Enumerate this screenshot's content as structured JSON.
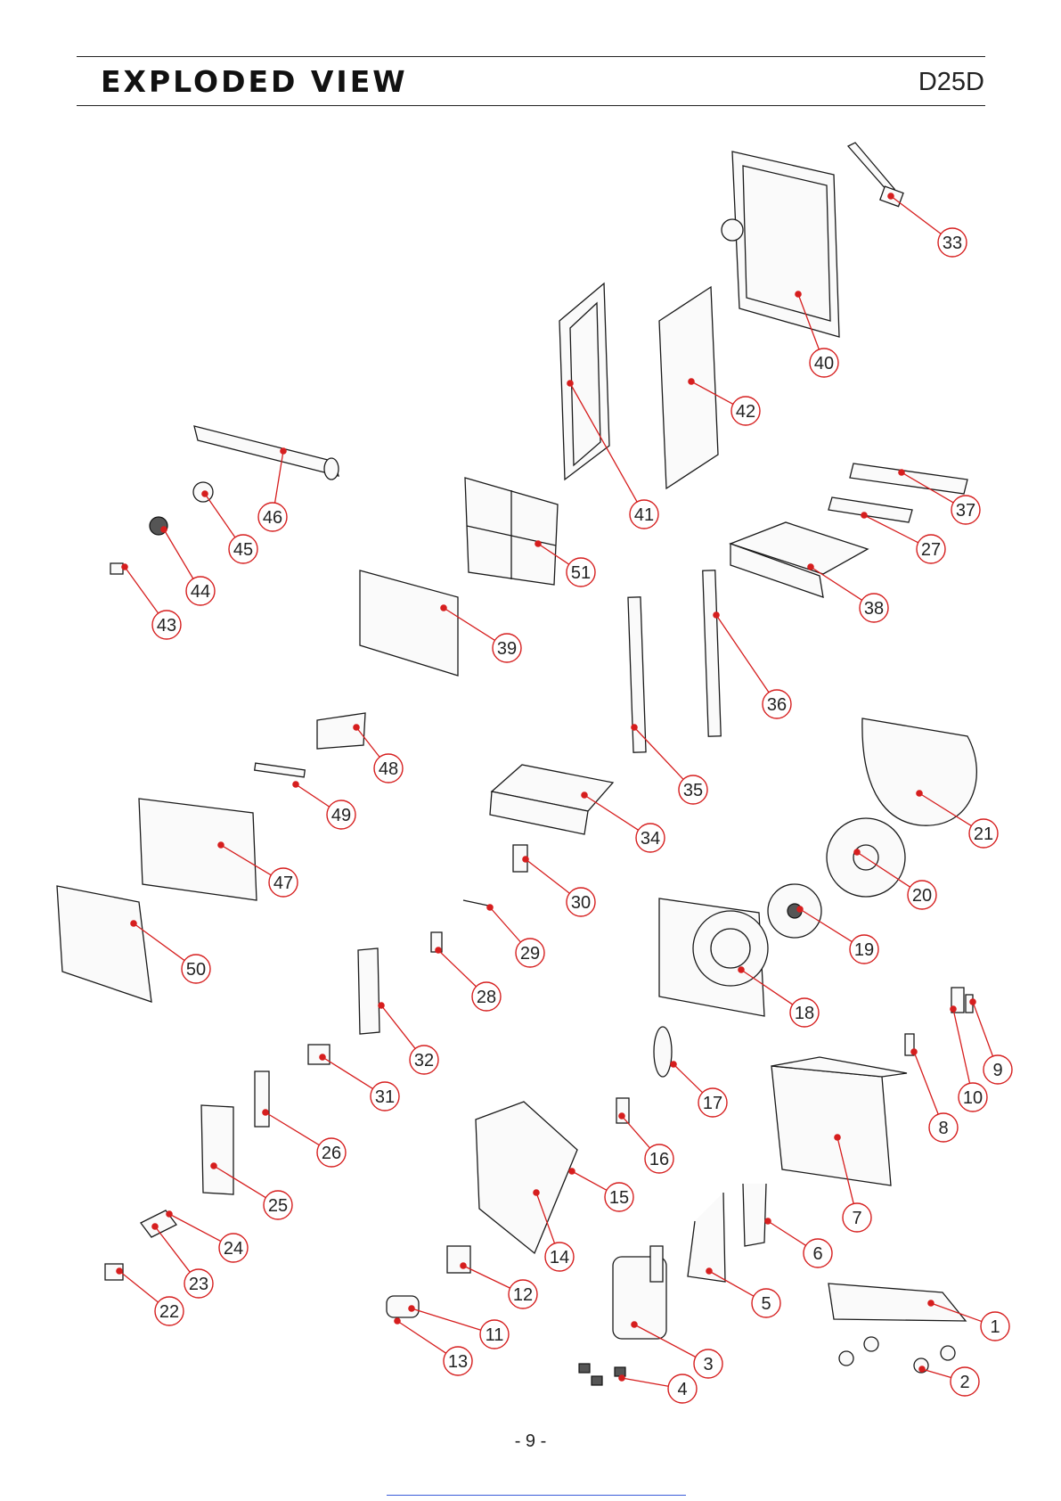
{
  "header": {
    "title": "EXPLODED VIEW",
    "model": "D25D"
  },
  "footer": {
    "page_number": "- 9 -"
  },
  "callouts": [
    "1",
    "2",
    "3",
    "4",
    "5",
    "6",
    "7",
    "8",
    "9",
    "10",
    "11",
    "12",
    "13",
    "14",
    "15",
    "16",
    "17",
    "18",
    "19",
    "20",
    "21",
    "22",
    "23",
    "24",
    "25",
    "26",
    "27",
    "28",
    "29",
    "30",
    "31",
    "32",
    "33",
    "34",
    "35",
    "36",
    "37",
    "38",
    "39",
    "40",
    "41",
    "42",
    "43",
    "44",
    "45",
    "46",
    "47",
    "48",
    "49",
    "50",
    "51"
  ],
  "colors": {
    "accent": "#d61e1e",
    "line": "#1a1a1a",
    "link_underline": "#3a5bd9"
  }
}
